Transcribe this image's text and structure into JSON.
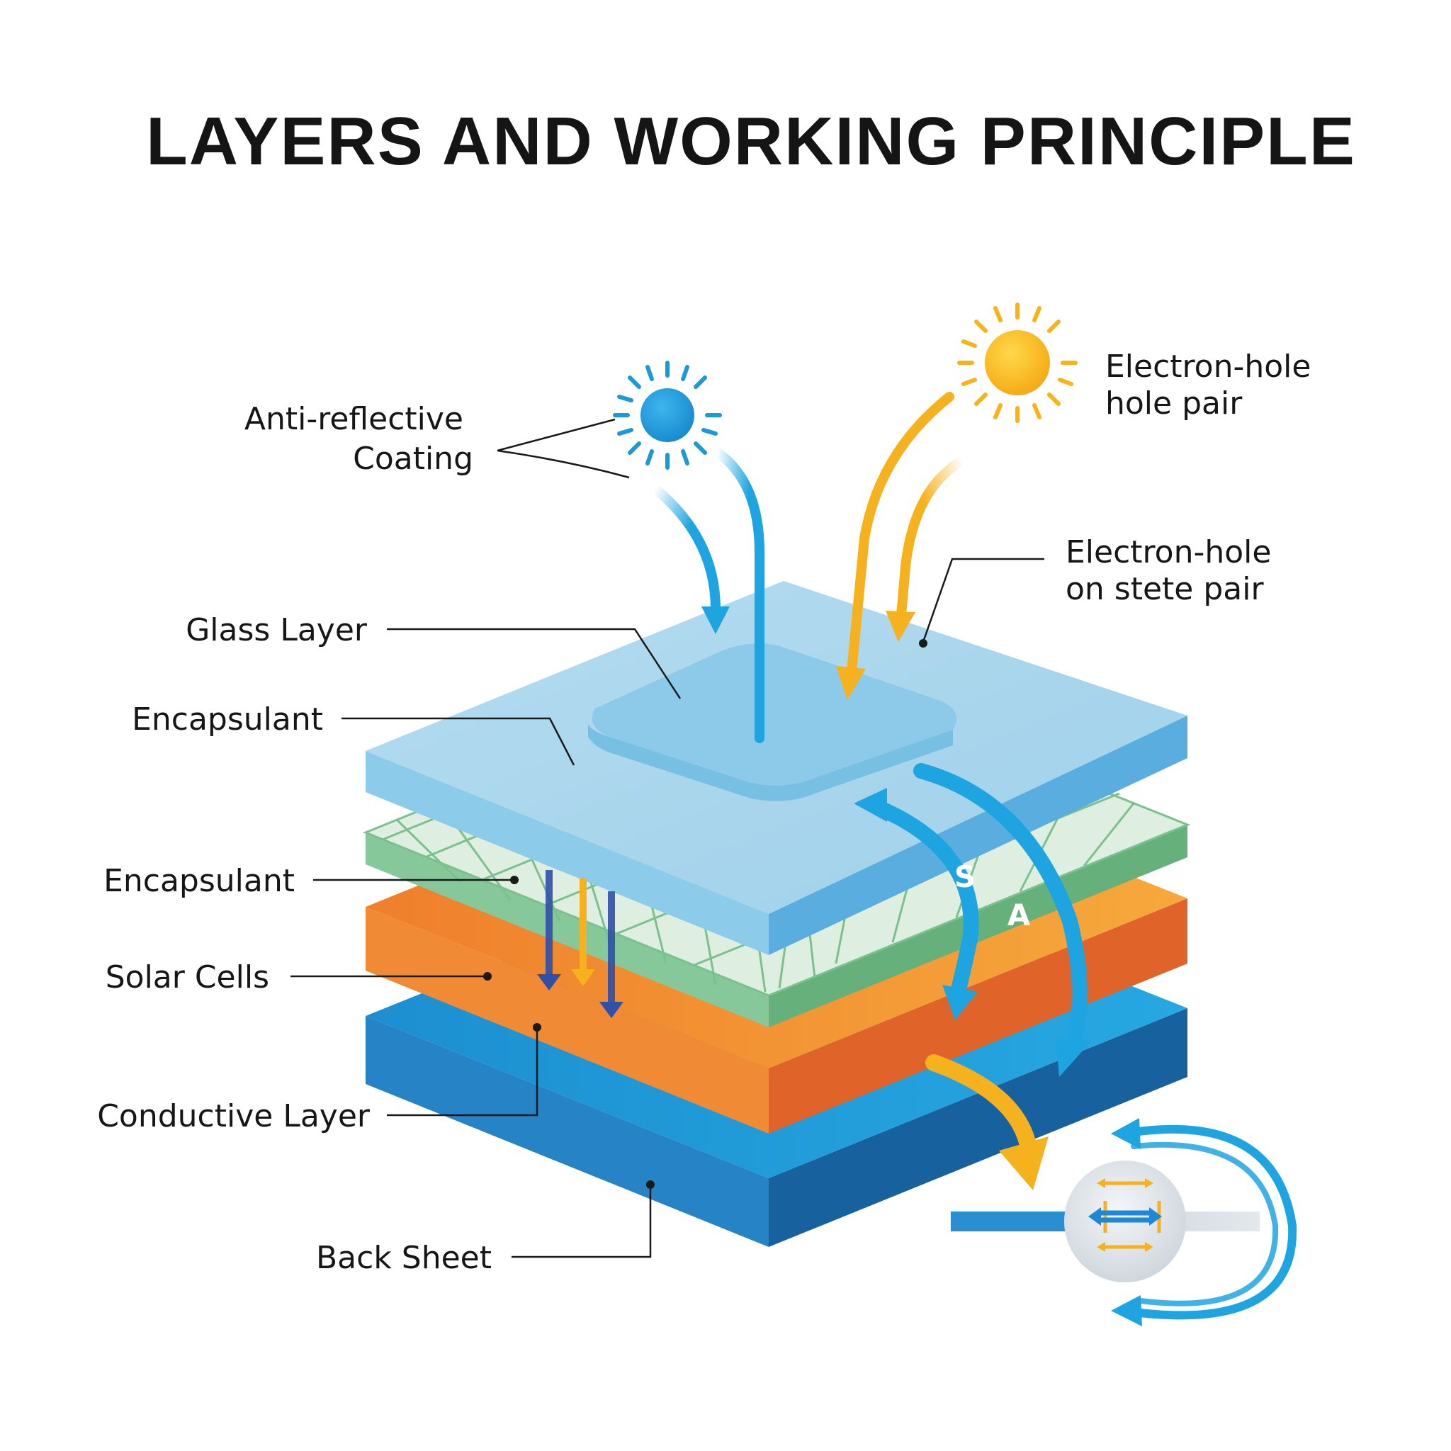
{
  "title": "LAYERS AND WORKING PRINCIPLE",
  "labels": {
    "anti_reflective": [
      "Anti-reflective",
      "Coating"
    ],
    "glass_layer": "Glass Layer",
    "encapsulant_top": "Encapsulant",
    "encapsulant_mid": "Encapsulant",
    "solar_cells": "Solar Cells",
    "conductive_layer": "Conductive Layer",
    "back_sheet": "Back Sheet",
    "electron_hole_pair_top": [
      "Electron-hole",
      "hole pair"
    ],
    "electron_hole_pair_mid": [
      "Electron-hole",
      "on stete pair"
    ]
  },
  "flow_letters": [
    "S",
    "A"
  ],
  "colors": {
    "glass": "#aed8ec",
    "glass_side": "#5fb3e2",
    "encapsulant_grid": "#dceee0",
    "grid_lines": "#7cc08e",
    "solar_cells": "#f0883a",
    "solar_cells_side": "#e0642a",
    "back_sheet": "#1f9bd8",
    "back_sheet_side": "#1565a8",
    "sun_blue": "#1b9ad6",
    "sun_yellow": "#f7b318",
    "arrow_blue": "#1ea4e0",
    "arrow_yellow": "#f6b21e",
    "arrow_navy": "#2f4fa8"
  }
}
